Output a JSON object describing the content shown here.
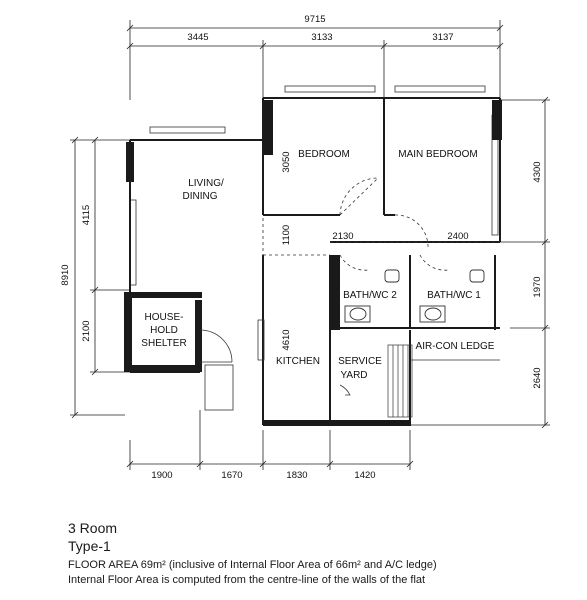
{
  "dimensions": {
    "overall_width": "9715",
    "top_segments": [
      "3445",
      "3133",
      "3137"
    ],
    "bottom_segments": [
      "1900",
      "1670",
      "1830",
      "1420"
    ],
    "overall_height": "8910",
    "left_segments": [
      "4115",
      "2100"
    ],
    "right_segments": [
      "4300",
      "1970",
      "2640"
    ],
    "internal": [
      "3050",
      "2130",
      "2400",
      "1100",
      "4610"
    ]
  },
  "rooms": {
    "bedroom": "BEDROOM",
    "main_bedroom": "MAIN BEDROOM",
    "living_line1": "LIVING/",
    "living_line2": "DINING",
    "household_line1": "HOUSE-",
    "household_line2": "HOLD",
    "household_line3": "SHELTER",
    "kitchen": "KITCHEN",
    "service_line1": "SERVICE",
    "service_line2": "YARD",
    "bath2": "BATH/WC 2",
    "bath1": "BATH/WC 1",
    "aircon": "AIR-CON LEDGE"
  },
  "caption": {
    "title": "3 Room",
    "type": "Type-1",
    "floor_area": "FLOOR AREA 69m² (inclusive of Internal Floor Area of 66m² and A/C ledge)",
    "note": "Internal Floor Area is computed from the centre-line of the walls of the flat"
  }
}
